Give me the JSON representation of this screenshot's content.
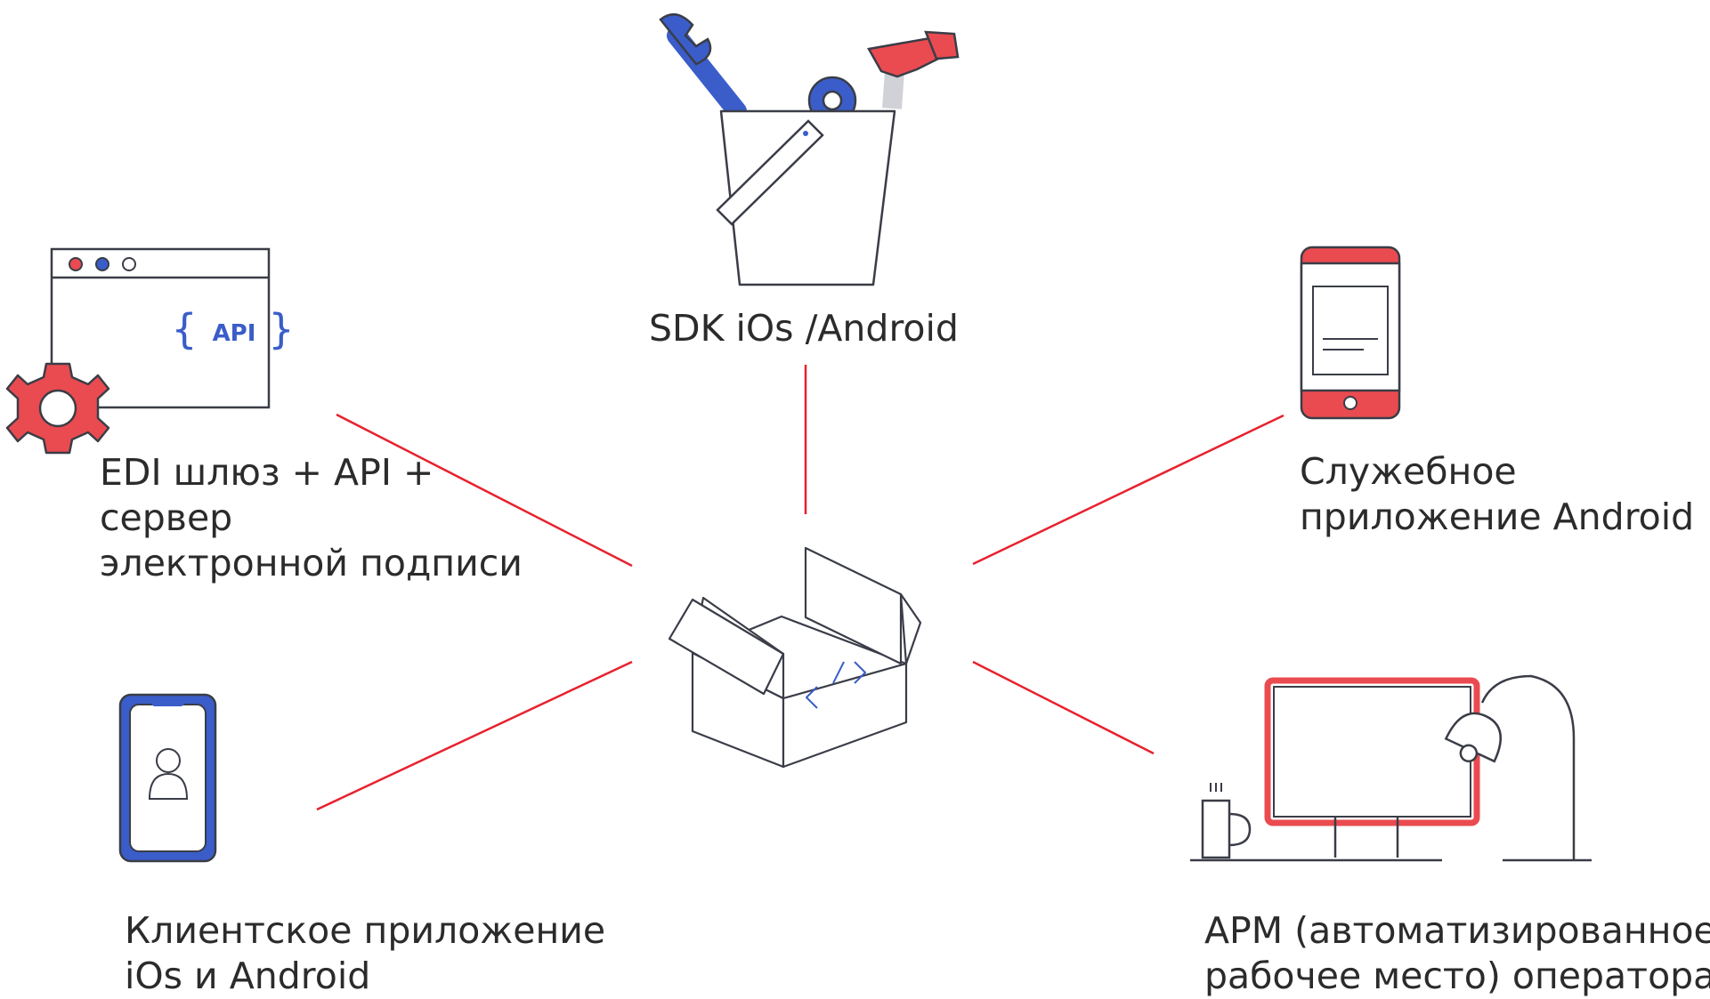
{
  "colors": {
    "accent_red": "#ea4b50",
    "connector_red": "#e8212e",
    "accent_blue": "#3a5dc9",
    "outline_gray": "#3a3d47",
    "text": "#2b2b2b"
  },
  "center": {
    "icon": "code-box-icon",
    "code_glyph": "</>"
  },
  "nodes": {
    "sdk": {
      "icon": "tool-bucket-icon",
      "label_lines": [
        "SDK iOs /Android"
      ]
    },
    "edi": {
      "icon": "api-window-gear-icon",
      "api_text": "API",
      "label_lines": [
        "EDI шлюз + API +",
        "сервер",
        "электронной подписи"
      ]
    },
    "service_app": {
      "icon": "red-phone-icon",
      "label_lines": [
        "Служебное",
        "приложение Android"
      ]
    },
    "client_app": {
      "icon": "blue-phone-user-icon",
      "label_lines": [
        "Клиентское приложение",
        "iOs и Android"
      ]
    },
    "operator": {
      "icon": "workstation-lamp-mug-icon",
      "label_lines": [
        "АРМ (автоматизированное",
        "рабочее место) оператора"
      ]
    }
  }
}
